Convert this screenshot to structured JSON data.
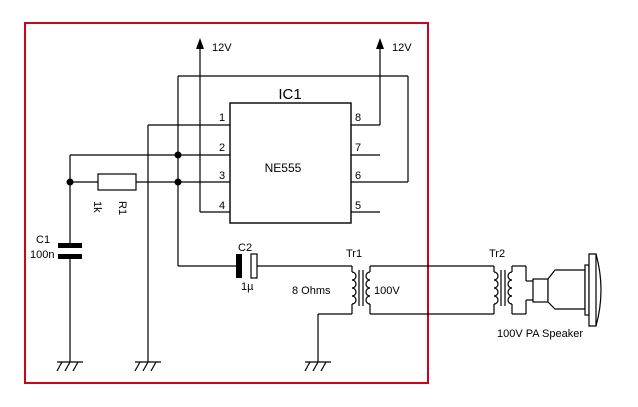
{
  "ic": {
    "name": "IC1",
    "part": "NE555"
  },
  "pins": {
    "p1": "1",
    "p2": "2",
    "p3": "3",
    "p4": "4",
    "p5": "5",
    "p6": "6",
    "p7": "7",
    "p8": "8"
  },
  "supply": {
    "left": "12V",
    "right": "12V"
  },
  "resistor": {
    "name": "R1",
    "value": "1k"
  },
  "c1": {
    "name": "C1",
    "value": "100n"
  },
  "c2": {
    "name": "C2",
    "value": "1µ"
  },
  "tr1": {
    "name": "Tr1",
    "primary": "8 Ohms",
    "secondary": "100V"
  },
  "tr2": {
    "name": "Tr2"
  },
  "speaker": {
    "label": "100V PA Speaker"
  },
  "colors": {
    "frame": "#d0021b",
    "ink": "#000000"
  }
}
